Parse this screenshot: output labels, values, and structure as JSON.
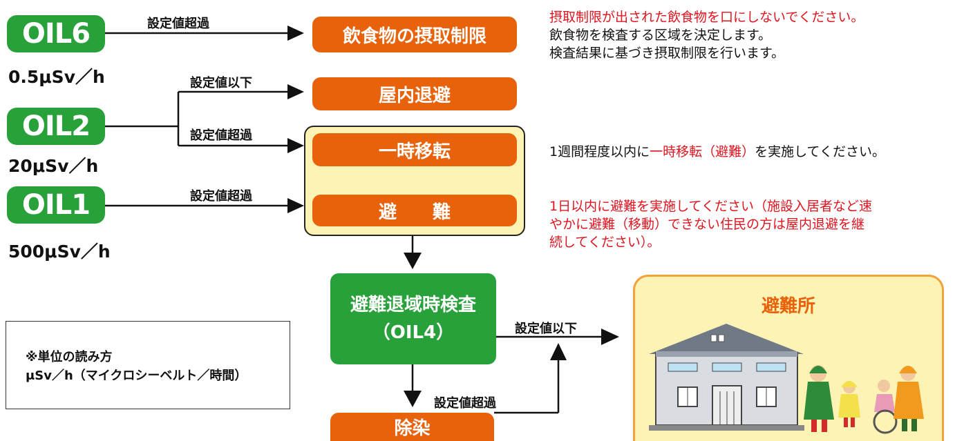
{
  "oil6": {
    "label": "OIL6",
    "rate": "0.5μSv／h",
    "arrow_label": "設定値超過"
  },
  "oil2": {
    "label": "OIL2",
    "rate": "20μSv／h",
    "arrow_below_label": "設定値以下",
    "arrow_above_label": "設定値超過"
  },
  "oil1": {
    "label": "OIL1",
    "rate": "500μSv／h",
    "arrow_label": "設定値超過"
  },
  "actions": {
    "food_restriction": "飲食物の摂取制限",
    "indoor_shelter": "屋内退避",
    "temporary_relocation": "一時移転",
    "evacuation": "避　　難",
    "decontamination": "除染"
  },
  "inspection": {
    "line1": "避難退域時検査",
    "line2": "（OIL4）",
    "below_label": "設定値以下",
    "above_label": "設定値超過"
  },
  "shelter": {
    "title": "避難所"
  },
  "notes": {
    "food_line1": "摂取制限が出された飲食物を口にしないでください。",
    "food_line2": "飲食物を検査する区域を決定します。",
    "food_line3": "検査結果に基づき摂取制限を行います。",
    "relocation_prefix": "1週間程度以内に",
    "relocation_highlight": "一時移転（避難）",
    "relocation_suffix": "を実施してください。",
    "evacuation_line1": "1日以内に避難を実施してください（施設入居者など速",
    "evacuation_line2": "やかに避難（移動）できない住民の方は屋内退避を継",
    "evacuation_line3": "続してください）。"
  },
  "unit_box": {
    "title": "※単位の読み方",
    "text": "μSv／h（マイクロシーベルト／時間）"
  },
  "colors": {
    "green": "#29a13b",
    "orange": "#e8620c",
    "red": "#e0141e",
    "yellow": "#fdf3b4",
    "border_orange": "#f0a23c"
  }
}
